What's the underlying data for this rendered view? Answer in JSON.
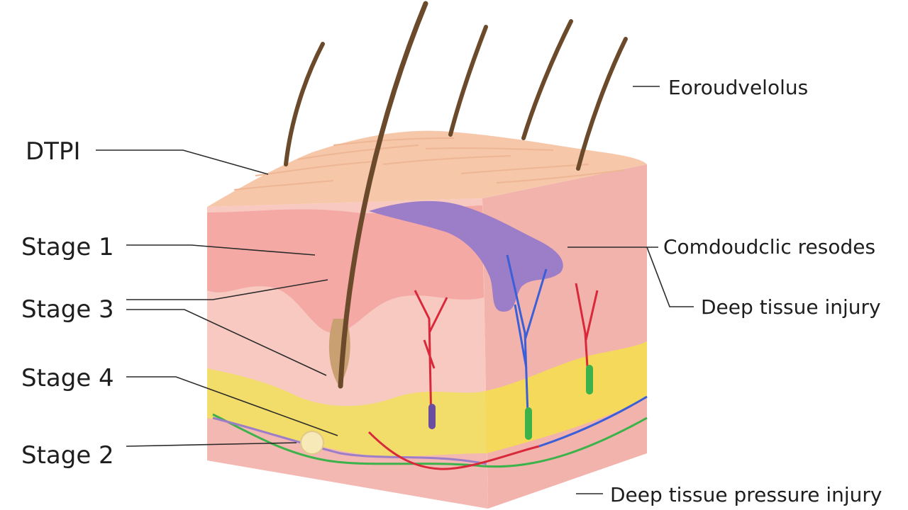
{
  "labels": {
    "top_right": "Eoroudvelolus",
    "dtpi": "DTPI",
    "stage1": "Stage 1",
    "stage3": "Stage 3",
    "stage4": "Stage 4",
    "stage2": "Stage 2",
    "right_mid": "Comdoudclic resodes",
    "deep_tissue": "Deep tissue injury",
    "bottom": "Deep tissue pressure injury"
  },
  "colors": {
    "epidermis": "#f6c7a8",
    "dermis": "#f4a9a5",
    "subcutaneous": "#f2dc6a",
    "muscle": "#f4b8b2",
    "bruise": "#9c7dc8",
    "hair": "#6b4a2b",
    "artery": "#d8283a",
    "vein": "#3a5fd8",
    "nerve": "#3cb34a"
  }
}
